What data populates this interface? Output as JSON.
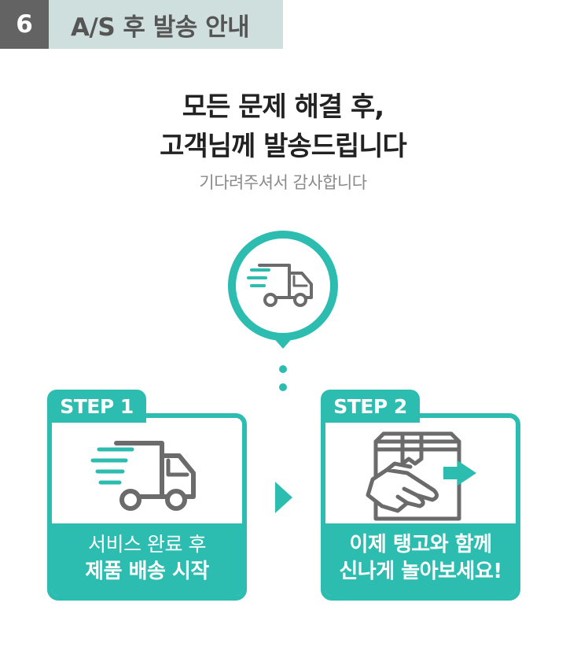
{
  "header": {
    "number": "6",
    "title": "A/S 후 발송 안내"
  },
  "headline": {
    "line1": "모든 문제 해결 후,",
    "line2": "고객님께 발송드립니다"
  },
  "subline": "기다려주셔서 감사합니다",
  "colors": {
    "accent": "#2dbcb0",
    "header_dark": "#636363",
    "header_light": "#cfdfdd",
    "icon_gray": "#6b6b6b"
  },
  "icons": {
    "pin": "delivery-truck-icon",
    "step1": "delivery-truck-icon",
    "step2": "box-hands-icon",
    "between": "triangle-right-icon"
  },
  "steps": [
    {
      "label": "STEP 1",
      "line1": "서비스 완료 후",
      "line2": "제품 배송 시작"
    },
    {
      "label": "STEP 2",
      "line1": "이제 탱고와 함께",
      "line2": "신나게 놀아보세요!"
    }
  ]
}
